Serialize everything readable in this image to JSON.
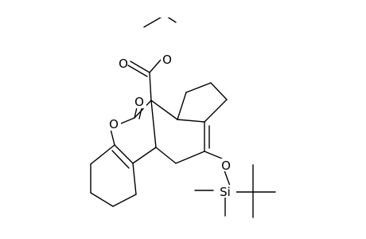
{
  "atom_labels": {
    "ester_carbonyl_o": "O",
    "ester_ether_o": "O",
    "lactone_carbonyl_o": "O",
    "ring_o": "O",
    "silyl_ether_o": "O",
    "silicon": "Si"
  },
  "colors": {
    "ink": "#000000",
    "background": "#ffffff"
  }
}
